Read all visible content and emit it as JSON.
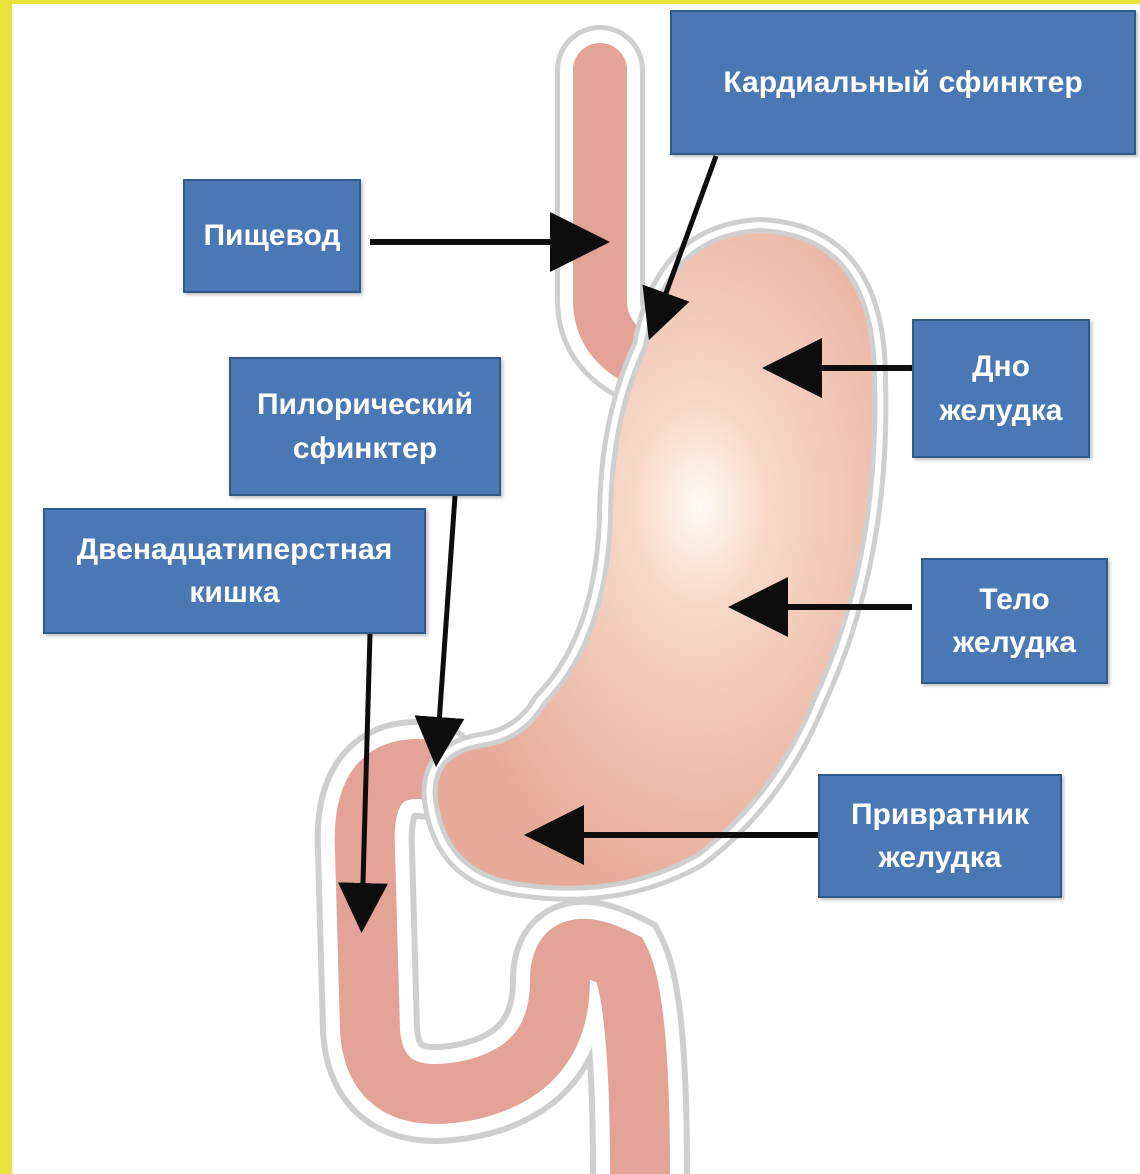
{
  "colors": {
    "label_fill": "#4a78b5",
    "frame": "#e9e43c",
    "stomach_wall": "#e3a397",
    "stomach_lumen": "#f3c4b2",
    "arrow": "#0d0d0d"
  },
  "labels": {
    "esophagus": "Пищевод",
    "cardiac_sphincter": "Кардиальный сфинктер",
    "fundus": "Дно\nжелудка",
    "pyloric_sphincter": "Пилорический\nсфинктер",
    "duodenum": "Двенадцатиперстная\nкишка",
    "body": "Тело\nжелудка",
    "pylorus": "Привратник\nжелудка"
  }
}
